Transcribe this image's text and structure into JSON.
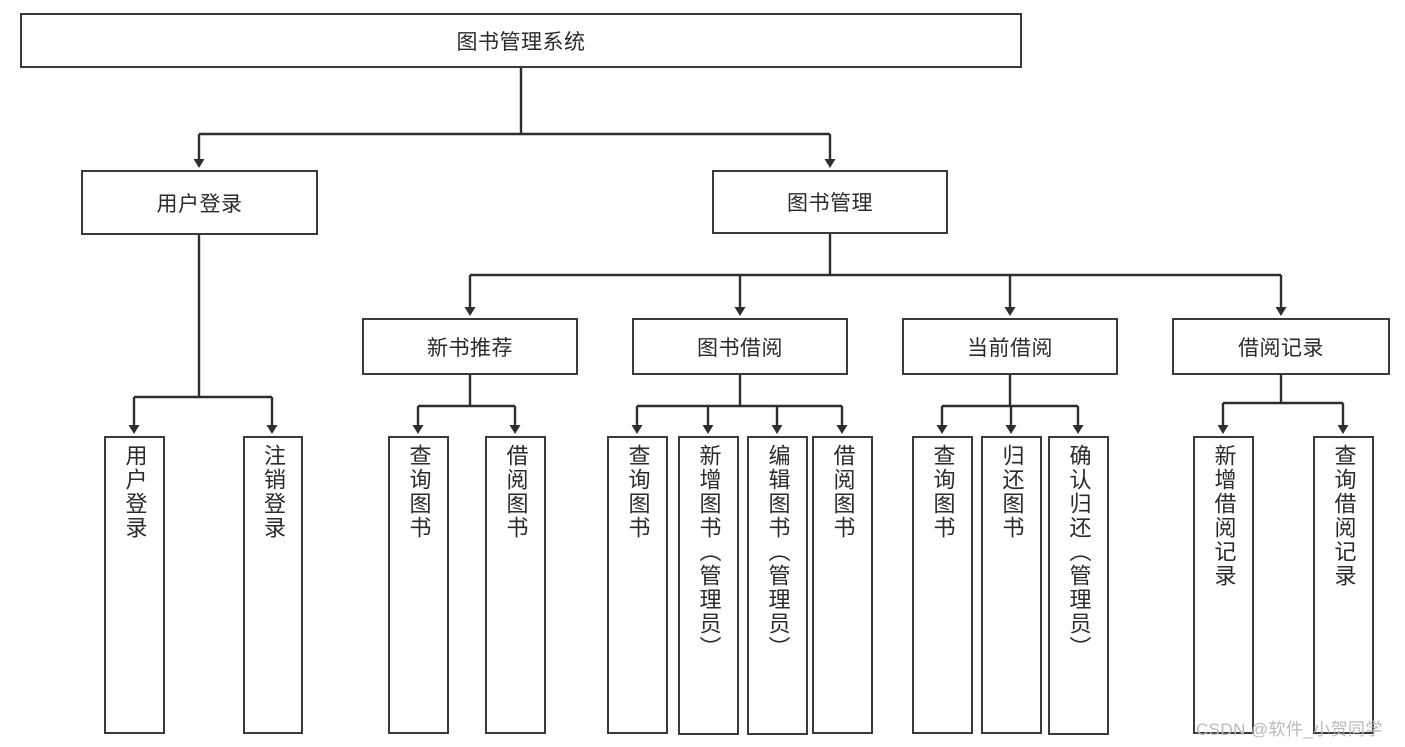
{
  "diagram": {
    "type": "hierarchy-tree",
    "title": "图书管理系统",
    "watermark": "CSDN @软件_小贺同学",
    "colors": {
      "box_stroke": "#3a3a3a",
      "box_fill": "#ffffff",
      "edge": "#2e2e2e",
      "text": "#2b2b2b",
      "watermark": "#b9b9b9",
      "background": "#ffffff"
    },
    "levels": {
      "level1": [
        {
          "id": "root",
          "label": "图书管理系统",
          "orientation": "horizontal"
        }
      ],
      "level2": [
        {
          "id": "user-login",
          "label": "用户登录",
          "orientation": "horizontal"
        },
        {
          "id": "book-manage",
          "label": "图书管理",
          "orientation": "horizontal"
        }
      ],
      "level3": [
        {
          "id": "new-book-rec",
          "label": "新书推荐",
          "orientation": "horizontal"
        },
        {
          "id": "book-borrow",
          "label": "图书借阅",
          "orientation": "horizontal"
        },
        {
          "id": "current-borrow",
          "label": "当前借阅",
          "orientation": "horizontal"
        },
        {
          "id": "borrow-record",
          "label": "借阅记录",
          "orientation": "horizontal"
        }
      ],
      "level4": [
        {
          "id": "leaf-user-login",
          "label": "用户登录",
          "parent": "user-login",
          "orientation": "vertical"
        },
        {
          "id": "leaf-logout",
          "label": "注销登录",
          "parent": "user-login",
          "orientation": "vertical"
        },
        {
          "id": "leaf-query-book-1",
          "label": "查询图书",
          "parent": "new-book-rec",
          "orientation": "vertical"
        },
        {
          "id": "leaf-borrow-book-1",
          "label": "借阅图书",
          "parent": "new-book-rec",
          "orientation": "vertical"
        },
        {
          "id": "leaf-query-book-2",
          "label": "查询图书",
          "parent": "book-borrow",
          "orientation": "vertical"
        },
        {
          "id": "leaf-add-book",
          "label": "新增图书（管理员）",
          "parent": "book-borrow",
          "orientation": "vertical"
        },
        {
          "id": "leaf-edit-book",
          "label": "编辑图书（管理员）",
          "parent": "book-borrow",
          "orientation": "vertical"
        },
        {
          "id": "leaf-borrow-book-2",
          "label": "借阅图书",
          "parent": "book-borrow",
          "orientation": "vertical"
        },
        {
          "id": "leaf-query-book-3",
          "label": "查询图书",
          "parent": "current-borrow",
          "orientation": "vertical"
        },
        {
          "id": "leaf-return-book",
          "label": "归还图书",
          "parent": "current-borrow",
          "orientation": "vertical"
        },
        {
          "id": "leaf-confirm-return",
          "label": "确认归还（管理员）",
          "parent": "current-borrow",
          "orientation": "vertical"
        },
        {
          "id": "leaf-add-record",
          "label": "新增借阅记录",
          "parent": "borrow-record",
          "orientation": "vertical"
        },
        {
          "id": "leaf-query-record",
          "label": "查询借阅记录",
          "parent": "borrow-record",
          "orientation": "vertical"
        }
      ]
    }
  }
}
